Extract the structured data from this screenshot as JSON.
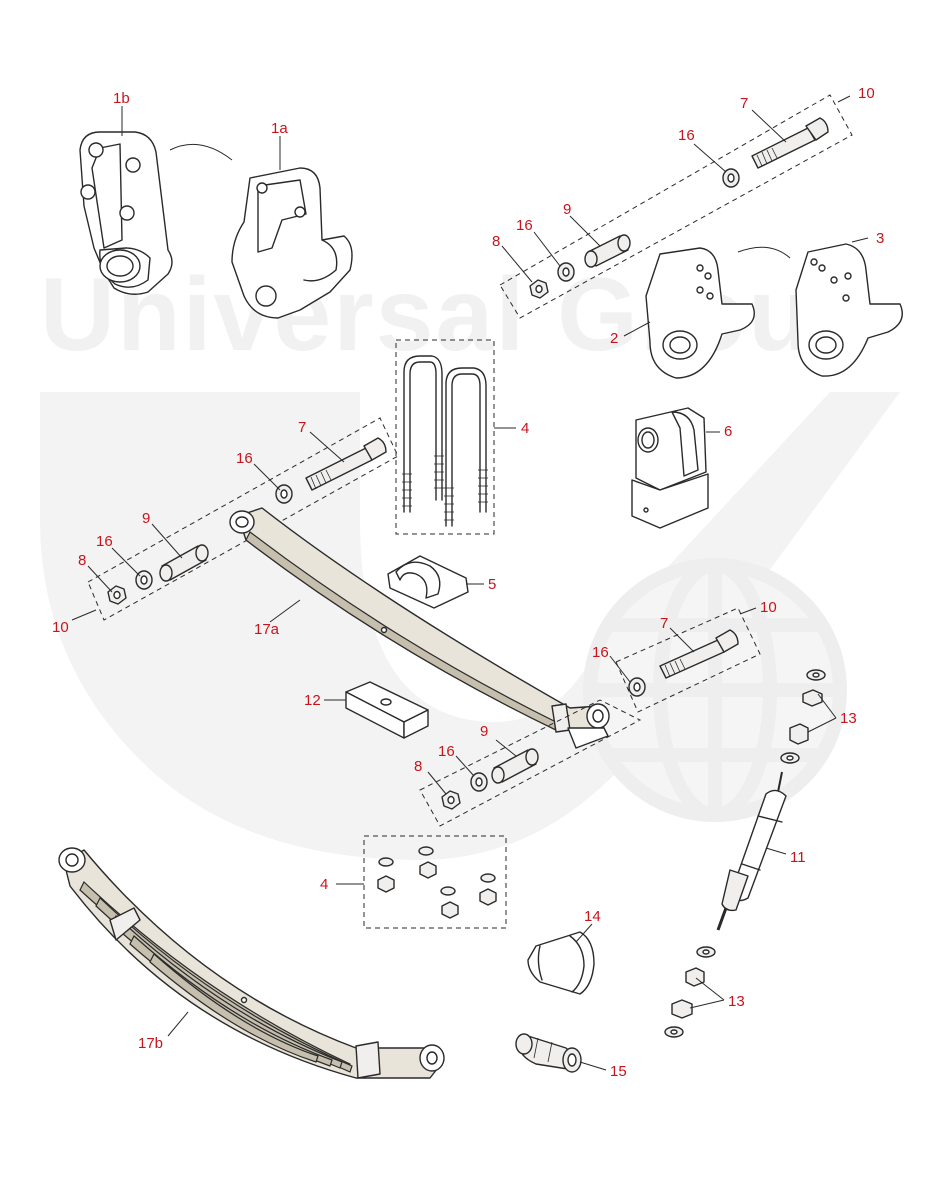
{
  "watermark": {
    "text": "Universal Group",
    "color": "#f1f1f1"
  },
  "colors": {
    "label": "#c8141c",
    "line": "#2a2a2a",
    "spring_fill": "#e9e4d9"
  },
  "labels": {
    "l_1b": "1b",
    "l_1a": "1a",
    "l_10_top": "10",
    "l_7_top": "7",
    "l_16_top": "16",
    "l_9_top": "9",
    "l_16_top2": "16",
    "l_8_top": "8",
    "l_3": "3",
    "l_2": "2",
    "l_4_ubolt": "4",
    "l_6": "6",
    "l_7_mid": "7",
    "l_16_mid": "16",
    "l_9_mid": "9",
    "l_16_mid2": "16",
    "l_8_mid": "8",
    "l_10_mid": "10",
    "l_17a": "17a",
    "l_5": "5",
    "l_10_right": "10",
    "l_7_right": "7",
    "l_16_right": "16",
    "l_12": "12",
    "l_13_top": "13",
    "l_9_low": "9",
    "l_16_low": "16",
    "l_8_low": "8",
    "l_11": "11",
    "l_4_nuts": "4",
    "l_14": "14",
    "l_13_low": "13",
    "l_17b": "17b",
    "l_15": "15"
  }
}
